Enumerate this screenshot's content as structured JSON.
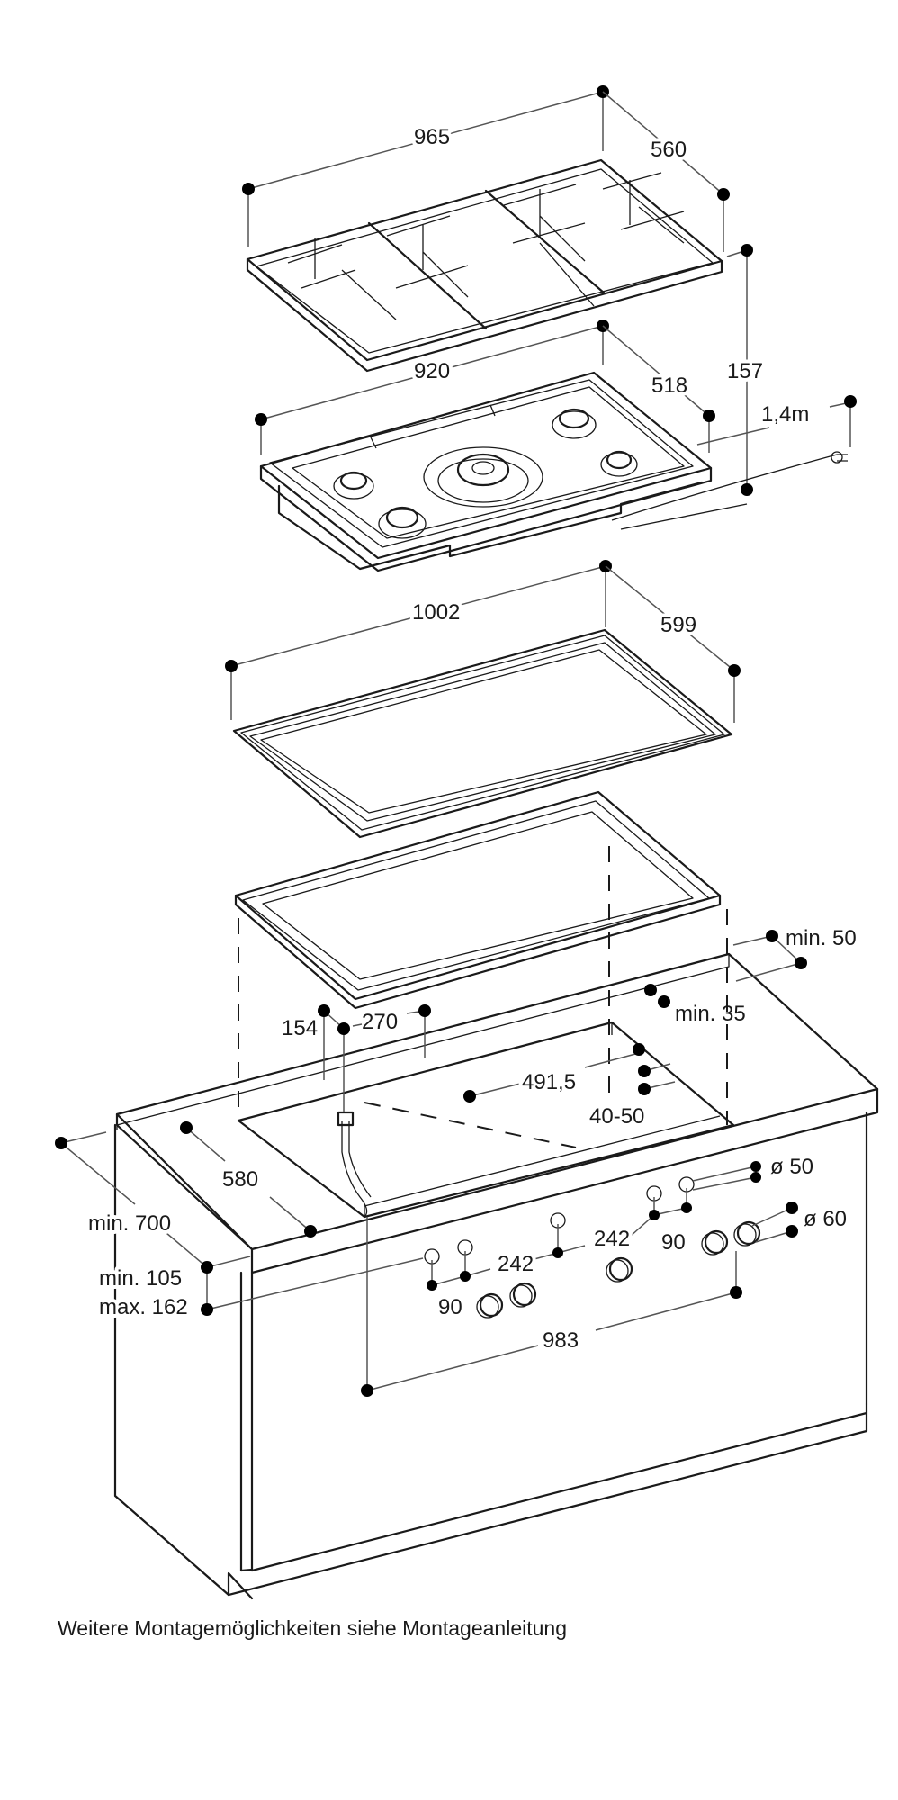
{
  "title": "Einbaumaße Gas-Kochfeld mit 5 Brennern",
  "parts": {
    "grate": "Topfträger",
    "cooktop": "Gas-Kochfeld",
    "frame": "Einbaurahmen",
    "installation_frame": "Montagerahmen",
    "cabinet": "Unterschrank mit Arbeitsplatte"
  },
  "dimensions": {
    "grate_width": "965",
    "grate_depth": "560",
    "total_height": "157",
    "cooktop_width": "920",
    "cooktop_depth": "518",
    "cable_length": "1,4m",
    "frame_width": "1002",
    "frame_depth": "599",
    "min_back_clearance": "min. 50",
    "min_back_edge": "min. 35",
    "gas_connection_x": "154",
    "gas_connection_offset": "270",
    "cutout_center": "491,5",
    "cutout_depth_range": "40-50",
    "cutout_depth": "580",
    "min_worktop_depth": "min. 700",
    "knob_height_min": "min. 105",
    "knob_height_max": "max. 162",
    "knob_spacing_1": "242",
    "knob_spacing_2": "242",
    "knob_pair_spacing_left": "90",
    "knob_pair_spacing_right": "90",
    "knob_hole_diameter": "ø 50",
    "knob_diameter": "ø 60",
    "knob_span": "983"
  },
  "caption": "Weitere Montagemöglichkeiten siehe Montageanleitung"
}
